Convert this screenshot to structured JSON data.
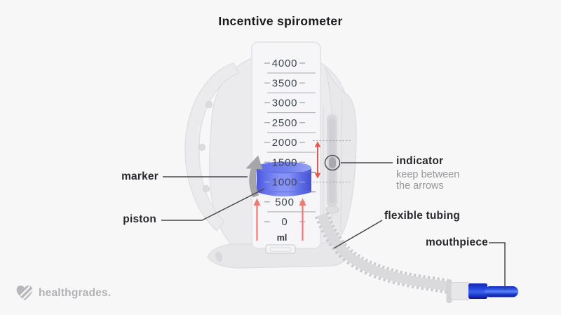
{
  "title": "Incentive spirometer",
  "device": {
    "name": "incentive spirometer illustration",
    "scale": {
      "unit": "ml",
      "values": [
        "4000",
        "3500",
        "3000",
        "2500",
        "2000",
        "1500",
        "1000",
        "500",
        "0"
      ]
    }
  },
  "annotations": {
    "marker": {
      "label": "marker"
    },
    "piston": {
      "label": "piston"
    },
    "indicator": {
      "label": "indicator",
      "note_line1": "keep between",
      "note_line2": "the arrows"
    },
    "flexible_tubing": {
      "label": "flexible tubing"
    },
    "mouthpiece": {
      "label": "mouthpiece"
    }
  },
  "branding": {
    "logo_text": "healthgrades.",
    "logo_icon": "striped-heart-icon"
  },
  "colors": {
    "background": "#f7f7f7",
    "device_gray": "#ebebed",
    "piston_blue": "#8692f5",
    "mouthpiece_blue": "#2e55e8",
    "arrow_red": "#e4574f",
    "label_dark": "#2a2a2e",
    "note_gray": "#97979b",
    "scale_text": "#3f454e",
    "logo_gray": "#b2b2b6"
  }
}
